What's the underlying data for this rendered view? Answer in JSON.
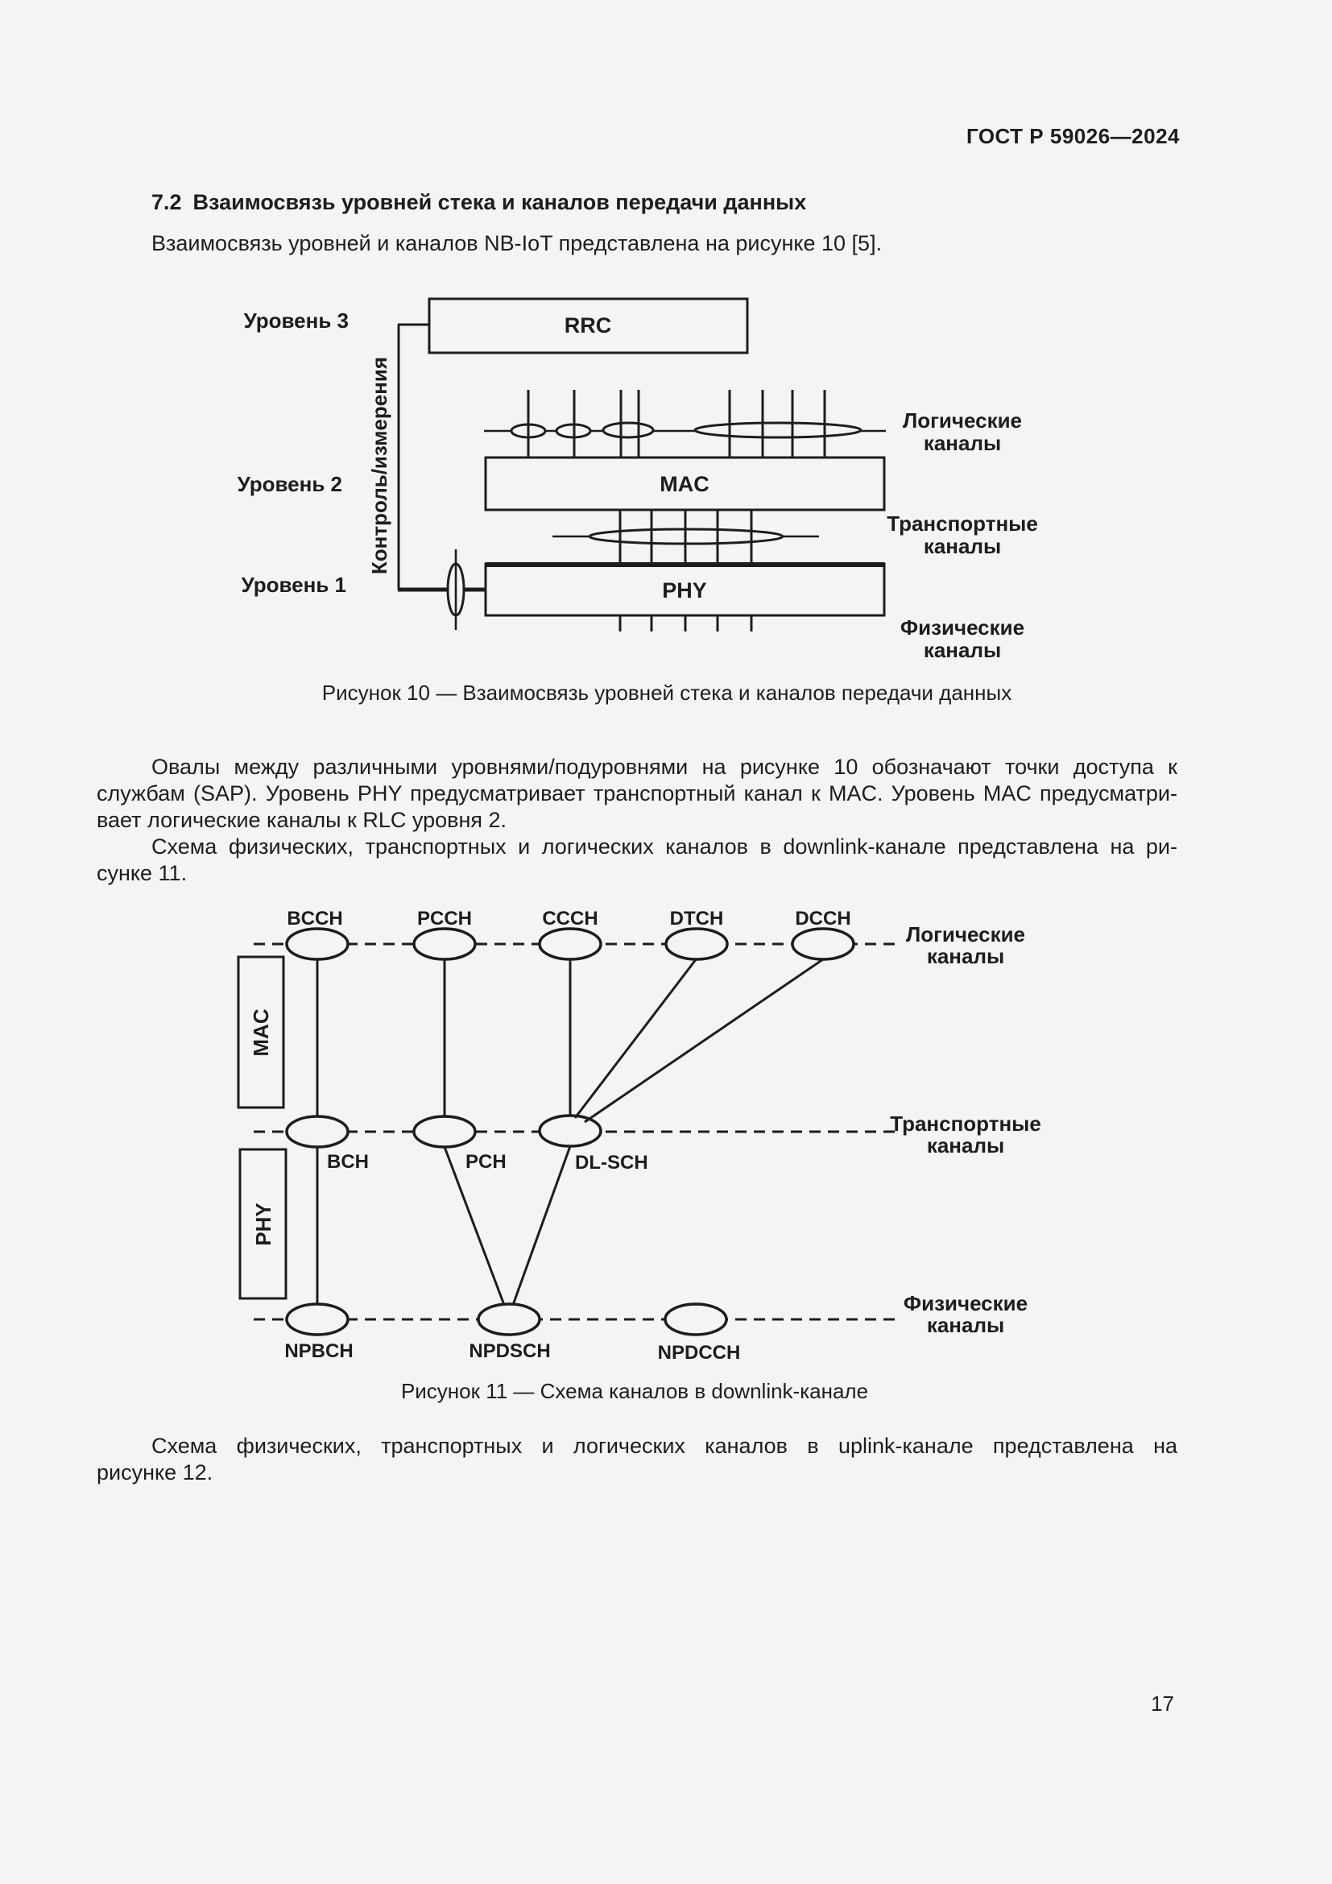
{
  "page": {
    "background": "#f5f4f2",
    "text_color": "#1d1d1b",
    "header": "ГОСТ Р 59026—2024",
    "page_number": "17"
  },
  "section": {
    "number": "7.2",
    "title": "Взаимосвязь уровней стека и каналов передачи данных"
  },
  "paragraphs": {
    "intro": "Взаимосвязь уровней и каналов NB-IoT представлена на рисунке 10 [5].",
    "sap_block": [
      "Овалы между различными уровнями/подуровнями на рисунке 10 обозначают точки доступа к",
      "службам (SAP). Уровень PHY предусматривает транспортный канал к MAC. Уровень MAC предусматри-",
      "вает логические каналы к RLC уровня 2."
    ],
    "downlink_block": [
      "Схема физических, транспортных и логических каналов в downlink-канале представлена на ри-",
      "сунке 11."
    ],
    "uplink_block": [
      "Схема физических, транспортных и логических каналов в uplink-канале представлена на",
      "рисунке 12."
    ]
  },
  "fig10": {
    "caption": "Рисунок 10 — Взаимосвязь уровней стека и каналов передачи данных",
    "level3": "Уровень 3",
    "level2": "Уровень 2",
    "level1": "Уровень 1",
    "control_label": "Контроль/измерения",
    "rrc": "RRC",
    "mac": "MAC",
    "phy": "PHY",
    "logical": {
      "l1": "Логические",
      "l2": "каналы"
    },
    "transport": {
      "l1": "Транспортные",
      "l2": "каналы"
    },
    "physical": {
      "l1": "Физические",
      "l2": "каналы"
    }
  },
  "fig11": {
    "caption": "Рисунок 11 — Схема каналов в downlink-канале",
    "mac": "MAC",
    "phy": "PHY",
    "logical_channels": [
      "BCCH",
      "PCCH",
      "CCCH",
      "DTCH",
      "DCCH"
    ],
    "transport_channels": [
      "BCH",
      "PCH",
      "DL-SCH"
    ],
    "physical_channels": [
      "NPBCH",
      "NPDSCH",
      "NPDCCH"
    ],
    "logical": {
      "l1": "Логические",
      "l2": "каналы"
    },
    "transport": {
      "l1": "Транспортные",
      "l2": "каналы"
    },
    "physical": {
      "l1": "Физические",
      "l2": "каналы"
    }
  }
}
